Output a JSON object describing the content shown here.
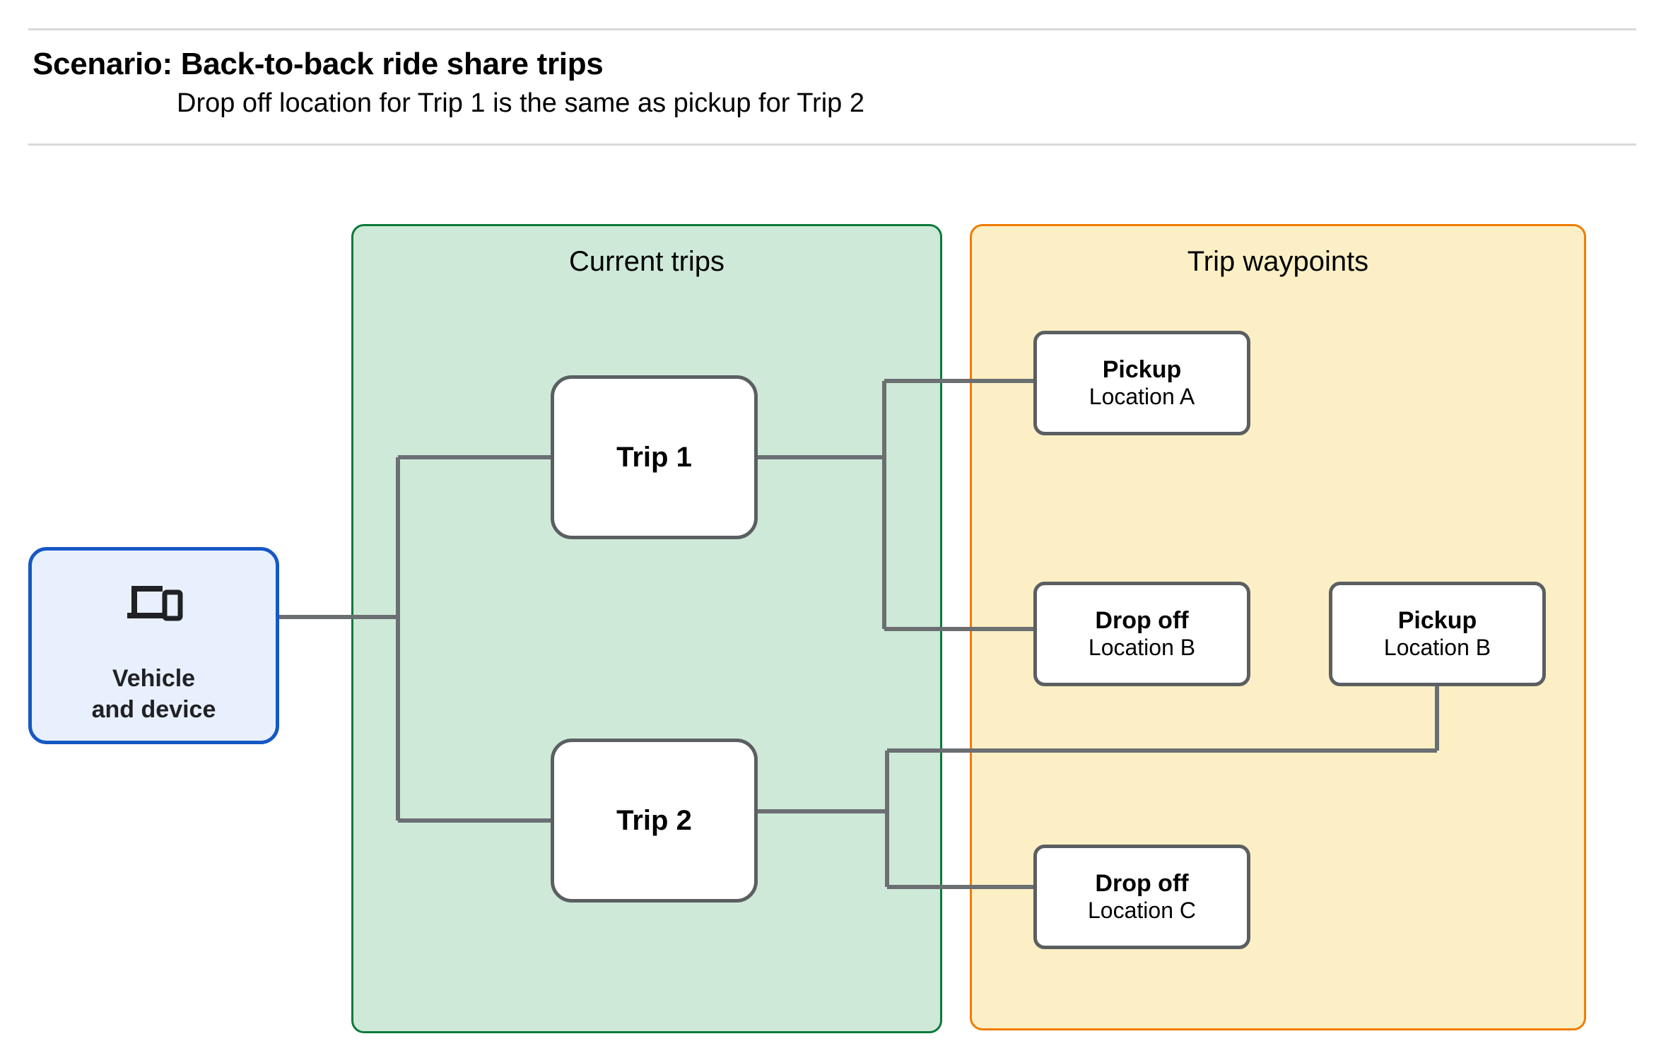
{
  "header": {
    "title": "Scenario: Back-to-back ride share trips",
    "subtitle": "Drop off  location for Trip 1 is the same as pickup for Trip 2"
  },
  "panels": {
    "current_trips": {
      "title": "Current trips",
      "fill": "#cee9d8",
      "border": "#0b7a3b"
    },
    "trip_waypoints": {
      "title": "Trip waypoints",
      "fill": "#fcefc5",
      "border": "#f07c00"
    }
  },
  "vehicle": {
    "label": "Vehicle\nand device",
    "icon": "devices-icon",
    "fill": "#e8f0fe",
    "border": "#1658c4"
  },
  "trips": [
    {
      "label": "Trip 1"
    },
    {
      "label": "Trip 2"
    }
  ],
  "waypoints": [
    {
      "id": "pickup-a",
      "title": "Pickup",
      "location": "Location A"
    },
    {
      "id": "dropoff-b",
      "title": "Drop off",
      "location": "Location B"
    },
    {
      "id": "pickup-b",
      "title": "Pickup",
      "location": "Location B"
    },
    {
      "id": "dropoff-c",
      "title": "Drop off",
      "location": "Location C"
    }
  ],
  "colors": {
    "connector": "#6b6f72",
    "node_border": "#5b5f62",
    "divider": "#d9d9d9"
  }
}
